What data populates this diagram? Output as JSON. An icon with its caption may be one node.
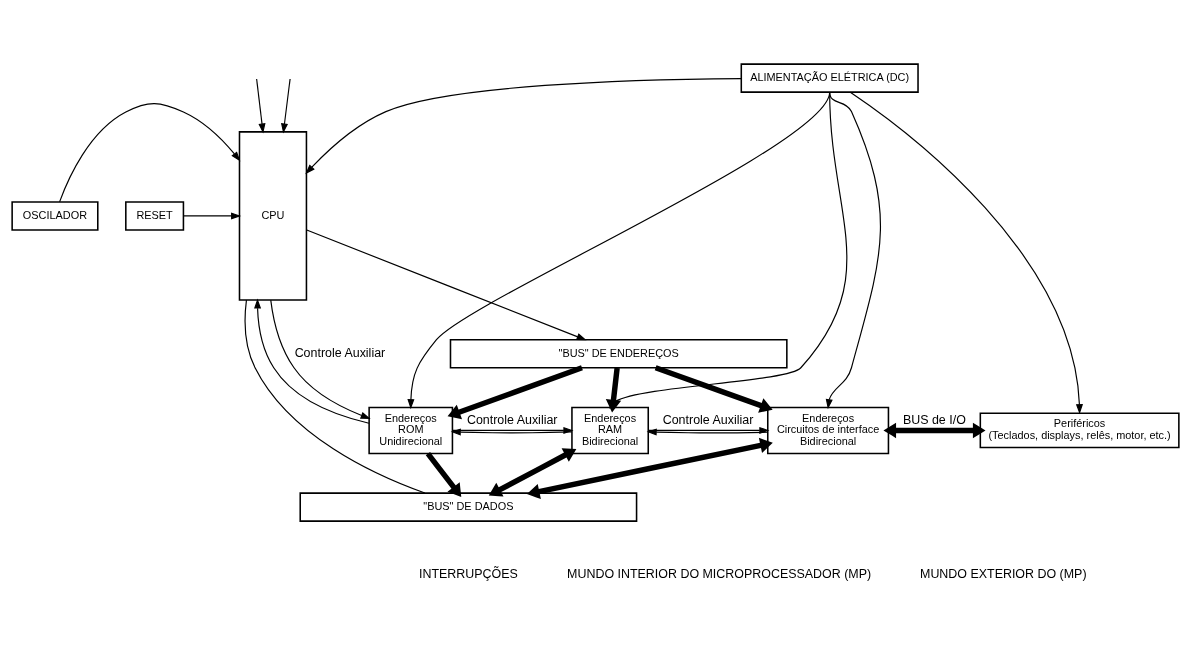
{
  "diagram": {
    "nodes": [
      {
        "text": [
          "ALIMENTAÇÃO ELÉTRICA (DC)"
        ]
      },
      {
        "text": [
          "OSCILADOR"
        ]
      },
      {
        "text": [
          "RESET"
        ]
      },
      {
        "text": [
          "CPU"
        ]
      },
      {
        "text": [
          "\"BUS\" DE ENDEREÇOS"
        ]
      },
      {
        "text": [
          "Endereços",
          "ROM",
          "Unidirecional"
        ]
      },
      {
        "text": [
          "Endereços",
          "RAM",
          "Bidirecional"
        ]
      },
      {
        "text": [
          "Endereços",
          "Circuitos de interface",
          "Bidirecional"
        ]
      },
      {
        "text": [
          "Periféricos",
          "(Teclados, displays, relês, motor, etc.)"
        ]
      },
      {
        "text": [
          "\"BUS\" DE DADOS"
        ]
      }
    ],
    "edges": [
      {
        "from": 0,
        "to": 3,
        "arrow": "to"
      },
      {
        "from": 0,
        "to": 8,
        "arrow": "to"
      },
      {
        "from": 0,
        "to": 5,
        "arrow": "to"
      },
      {
        "from": 0,
        "to": 6,
        "arrow": "to"
      },
      {
        "from": 0,
        "to": 7,
        "arrow": "to"
      },
      {
        "from": 1,
        "to": 3,
        "arrow": "to"
      },
      {
        "from": 2,
        "to": 3,
        "arrow": "to"
      },
      {
        "from": null,
        "to": 3,
        "arrow": "to"
      },
      {
        "from": null,
        "to": 3,
        "arrow": "to"
      },
      {
        "from": 3,
        "to": 4,
        "arrow": "to"
      },
      {
        "from": 4,
        "to": 5,
        "arrow": "to",
        "style": "thick"
      },
      {
        "from": 4,
        "to": 6,
        "arrow": "to",
        "style": "thick"
      },
      {
        "from": 4,
        "to": 7,
        "arrow": "to",
        "style": "thick"
      },
      {
        "from": 3,
        "to": 5,
        "arrow": "to",
        "label": "Controle Auxiliar"
      },
      {
        "from": 5,
        "to": 3,
        "arrow": "to"
      },
      {
        "from": 5,
        "to": 6,
        "arrow": "to",
        "label": "Controle Auxiliar"
      },
      {
        "from": 6,
        "to": 5,
        "arrow": "to"
      },
      {
        "from": 6,
        "to": 7,
        "arrow": "to",
        "label": "Controle Auxiliar"
      },
      {
        "from": 7,
        "to": 6,
        "arrow": "to"
      },
      {
        "from": 7,
        "to": 8,
        "arrow": "both",
        "label": "BUS de I/O",
        "style": "thick"
      },
      {
        "from": 5,
        "to": 9,
        "arrow": "to",
        "style": "thick"
      },
      {
        "from": 6,
        "to": 9,
        "arrow": "both",
        "style": "thick"
      },
      {
        "from": 7,
        "to": 9,
        "arrow": "both",
        "style": "thick"
      },
      {
        "from": 3,
        "to": 9,
        "arrow": "none"
      }
    ],
    "labels": [
      "INTERRUPÇÕES",
      "MUNDO INTERIOR DO MICROPROCESSADOR (MP)",
      "MUNDO EXTERIOR DO (MP)"
    ]
  }
}
